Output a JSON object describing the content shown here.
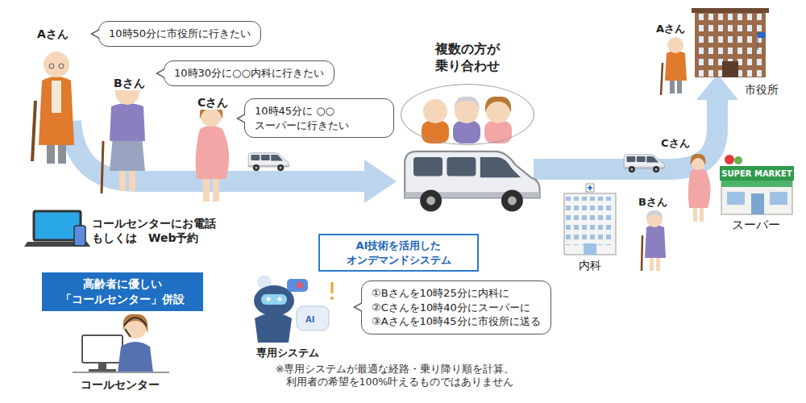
{
  "diagram": {
    "nodes": [
      {
        "text": [
          "10時50分に市役所に行きたい"
        ]
      },
      {
        "text": [
          "10時30分に○○内科に行きたい"
        ]
      },
      {
        "text": [
          "10時45分に ○○スーパーに行きたい"
        ]
      },
      {
        "text": [
          "複数の方が 乗り合わせ"
        ]
      },
      {
        "text": [
          "高齢者に優しい 「コールセンター」併設"
        ]
      },
      {
        "text": [
          "AI技術を活用した オンデマンドシステム"
        ]
      },
      {
        "text": [
          "①Bさんを10時25分に内科に",
          "②Cさんを10時40分にスーパーに",
          "③Aさんを10時45分に市役所に送る"
        ]
      }
    ],
    "labels": [
      "Aさん",
      "Bさん",
      "Cさん",
      "コールセンターにお電話 もしくは　Web予約",
      "コールセンター",
      "専用システム",
      "AI",
      "※専用システムが最適な経路・乗り降り順を計算。 利用者の希望を100%叶えるものではありません",
      "Aさん",
      "市役所",
      "Cさん",
      "SUPER MARKET",
      "スーパー",
      "Bさん",
      "内科"
    ]
  }
}
